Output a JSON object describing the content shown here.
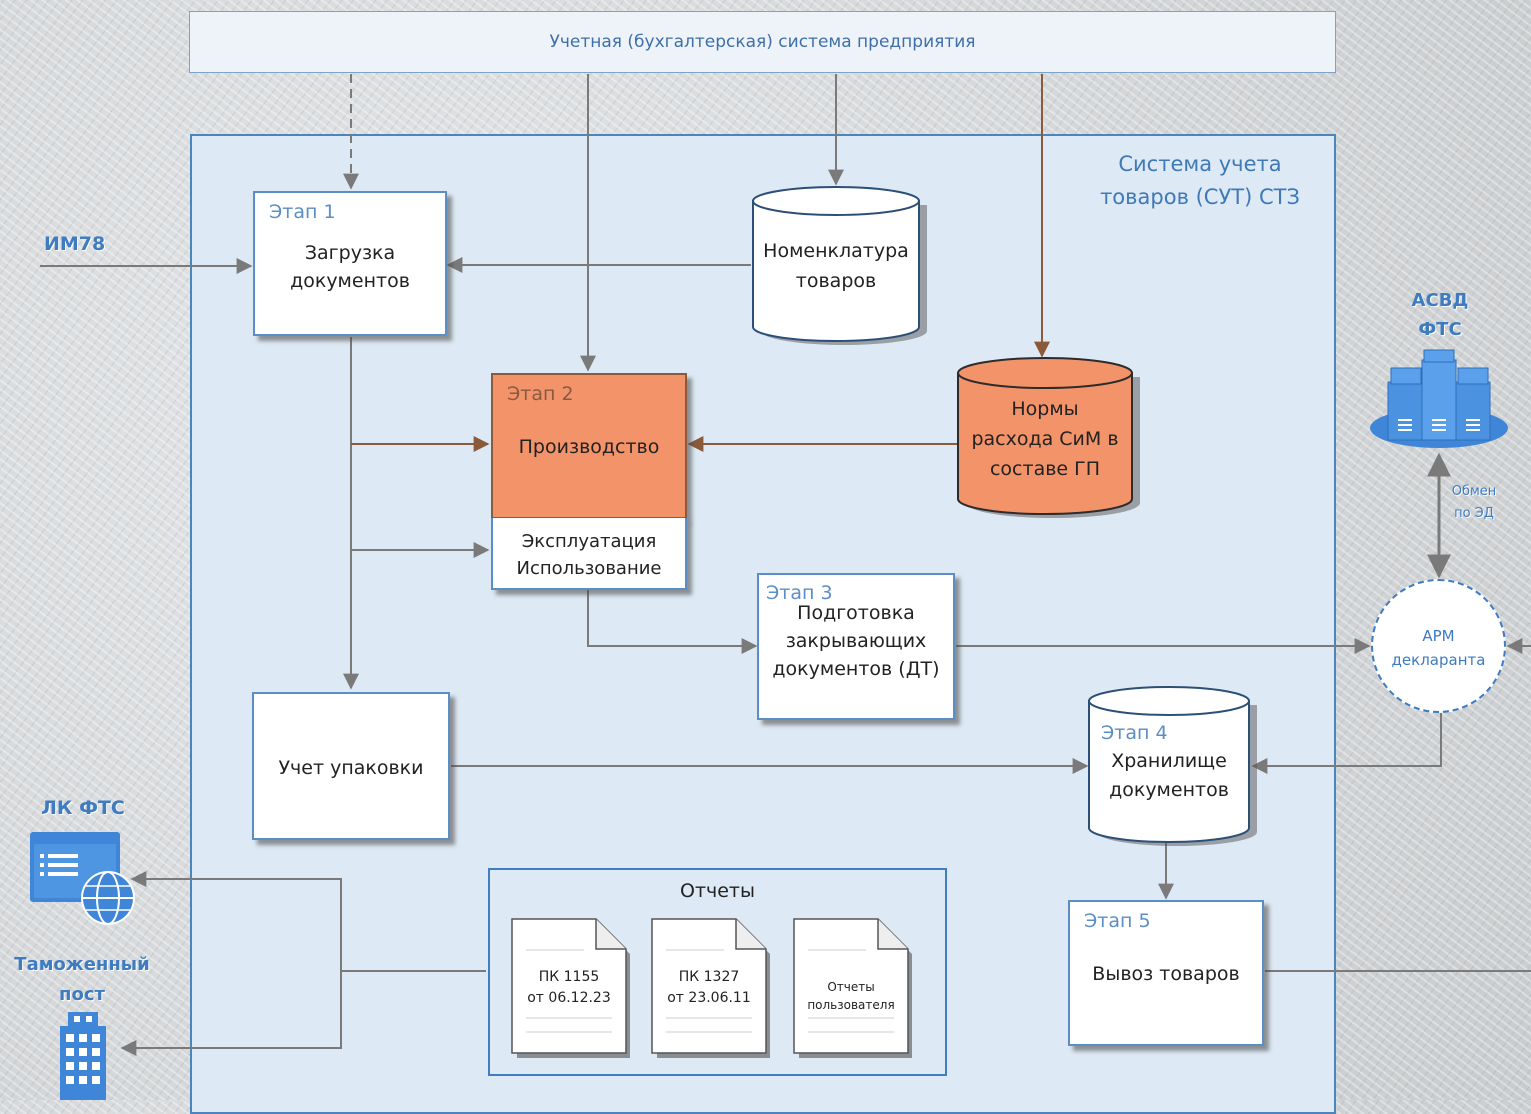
{
  "top_system": "Учетная (бухгалтерская) система предприятия",
  "main_system": {
    "title_line1": "Система учета",
    "title_line2": "товаров (СУТ) СТЗ"
  },
  "stages": {
    "stage1": {
      "label": "Этап 1",
      "line1": "Загрузка",
      "line2": "документов"
    },
    "stage2": {
      "label": "Этап 2",
      "title": "Производство",
      "sub_line1": "Эксплуатация",
      "sub_line2": "Использование"
    },
    "stage3": {
      "label": "Этап 3",
      "line1": "Подготовка",
      "line2": "закрывающих",
      "line3": "документов (ДТ)"
    },
    "stage4": {
      "label": "Этап 4",
      "line1": "Хранилище",
      "line2": "документов"
    },
    "stage5": {
      "label": "Этап 5",
      "line1": "Вывоз товаров"
    }
  },
  "databases": {
    "nomenclature": {
      "line1": "Номенклатура",
      "line2": "товаров"
    },
    "norms": {
      "line1": "Нормы",
      "line2": "расхода СиМ в",
      "line3": "составе ГП"
    }
  },
  "packaging": "Учет упаковки",
  "reports": {
    "title": "Отчеты",
    "docs": [
      {
        "line1": "ПК 1155",
        "line2": "от 06.12.23"
      },
      {
        "line1": "ПК 1327",
        "line2": "от 23.06.11"
      },
      {
        "line1": "Отчеты",
        "line2": "пользователя"
      }
    ]
  },
  "external": {
    "im78": "ИМ78",
    "asvd_line1": "АСВД",
    "asvd_line2": "ФТС",
    "exchange_line1": "Обмен",
    "exchange_line2": "по ЭД",
    "arm_line1": "АРМ",
    "arm_line2": "декларанта",
    "lk_fts": "ЛК ФТС",
    "customs_line1": "Таможенный",
    "customs_line2": "пост"
  },
  "colors": {
    "accent_blue": "#3e7bc0",
    "box_border": "#5b8ec4",
    "production_orange": "#f2936a",
    "brown_arrow": "#8b5a3a",
    "gray_arrow": "#7a7a7a"
  },
  "icons": [
    "server-cluster-icon",
    "web-portal-icon",
    "building-icon"
  ]
}
